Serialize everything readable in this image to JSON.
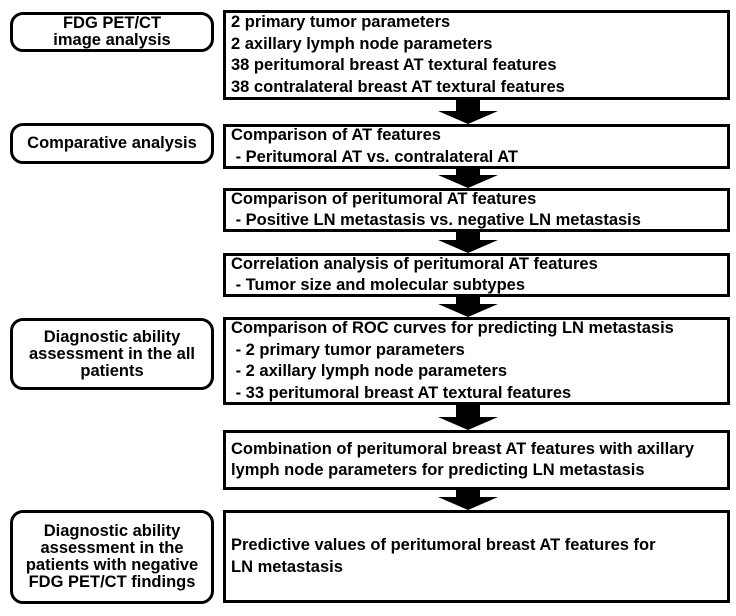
{
  "flowchart": {
    "colors": {
      "background": "#ffffff",
      "box_border": "#000000",
      "text": "#000000",
      "arrow": "#000000"
    },
    "stages": [
      {
        "label": "FDG PET/CT\nimage analysis"
      },
      {
        "label": "Comparative analysis"
      },
      {
        "label": "Diagnostic ability\nassessment in the all\npatients"
      },
      {
        "label": "Diagnostic ability\nassessment in the\npatients with negative\nFDG PET/CT findings"
      }
    ],
    "steps": [
      {
        "text": "2 primary tumor parameters\n2 axillary lymph node parameters\n38 peritumoral breast AT textural features\n38 contralateral breast AT textural features"
      },
      {
        "text": "Comparison of AT features\n - Peritumoral AT vs. contralateral AT"
      },
      {
        "text": "Comparison of peritumoral AT features\n - Positive LN metastasis vs. negative LN metastasis"
      },
      {
        "text": "Correlation analysis of peritumoral AT features\n - Tumor size and molecular subtypes"
      },
      {
        "text": "Comparison of ROC curves for predicting LN metastasis\n - 2 primary tumor parameters\n - 2 axillary lymph node parameters\n - 33 peritumoral breast AT textural features"
      },
      {
        "text": "Combination of peritumoral breast AT features with axillary\nlymph node parameters for predicting LN metastasis"
      },
      {
        "text": "Predictive values of peritumoral breast AT features for\nLN metastasis"
      }
    ]
  }
}
